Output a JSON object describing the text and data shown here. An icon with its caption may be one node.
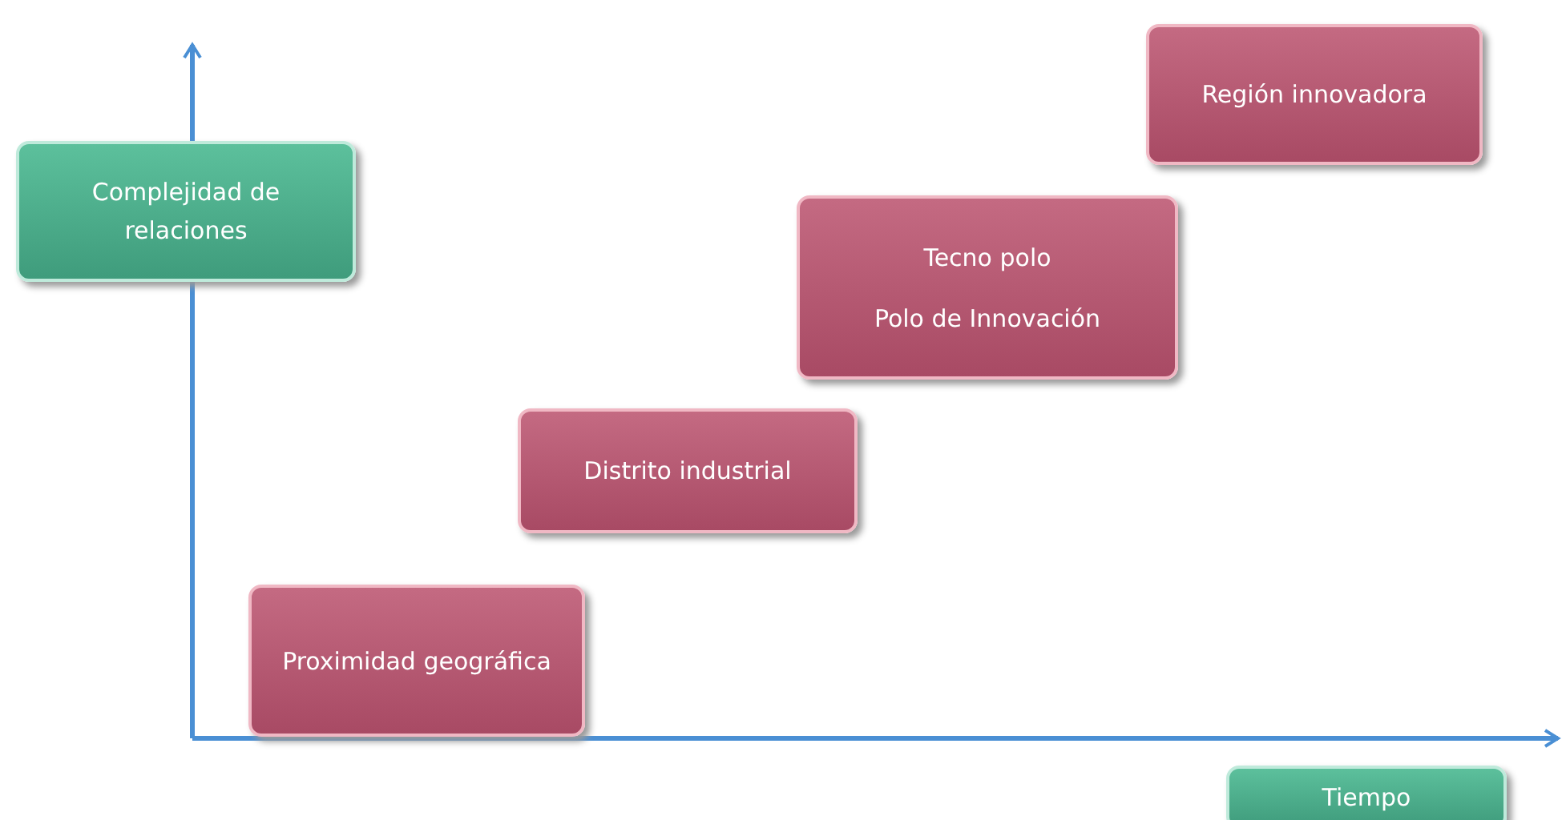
{
  "diagram": {
    "nodes": [
      {
        "text": [
          "Región innovadora"
        ]
      },
      {
        "text": [
          "Complejidad de relaciones"
        ]
      },
      {
        "text": [
          "Tecno polo",
          "Polo de Innovación"
        ]
      },
      {
        "text": [
          "Distrito industrial"
        ]
      },
      {
        "text": [
          "Proximidad geográfica"
        ]
      },
      {
        "text": [
          "Tiempo"
        ]
      }
    ]
  }
}
